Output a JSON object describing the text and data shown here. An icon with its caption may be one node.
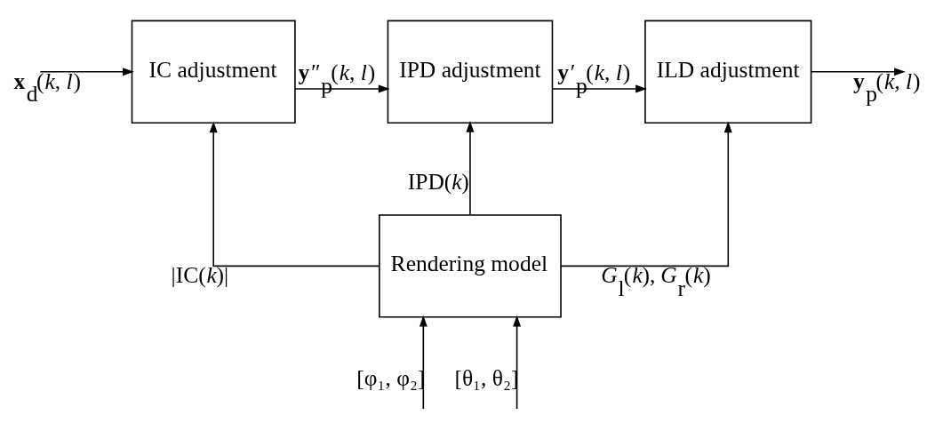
{
  "diagram": {
    "nodes": [
      {
        "text": [
          "IC adjustment"
        ]
      },
      {
        "text": [
          "IPD adjustment"
        ]
      },
      {
        "text": [
          "ILD adjustment"
        ]
      },
      {
        "text": [
          "Rendering model"
        ]
      }
    ],
    "edges": [
      {
        "from": null,
        "to": 0,
        "arrow": "to",
        "label": "**x**$_{d}$(*k*, *l*)"
      },
      {
        "from": 0,
        "to": 1,
        "arrow": "to",
        "label": "**y**″$_{p}$(*k*, *l*)"
      },
      {
        "from": 1,
        "to": 2,
        "arrow": "to",
        "label": "**y**′$_{p}$(*k*, *l*)"
      },
      {
        "from": 2,
        "to": null,
        "arrow": "to",
        "label": "**y**$_{p}$(*k*, *l*)"
      },
      {
        "from": 3,
        "to": 0,
        "arrow": "to",
        "label": "|IC(*k*)|"
      },
      {
        "from": 3,
        "to": 1,
        "arrow": "to",
        "label": "IPD(*k*)"
      },
      {
        "from": 3,
        "to": 2,
        "arrow": "to",
        "label": "*G*$_{l}$(*k*), *G*$_{r}$(*k*)"
      },
      {
        "from": null,
        "to": 3,
        "arrow": "to",
        "label": "[φ₁, φ₂]"
      },
      {
        "from": null,
        "to": 3,
        "arrow": "to",
        "label": "[θ₁, θ₂]"
      }
    ]
  }
}
